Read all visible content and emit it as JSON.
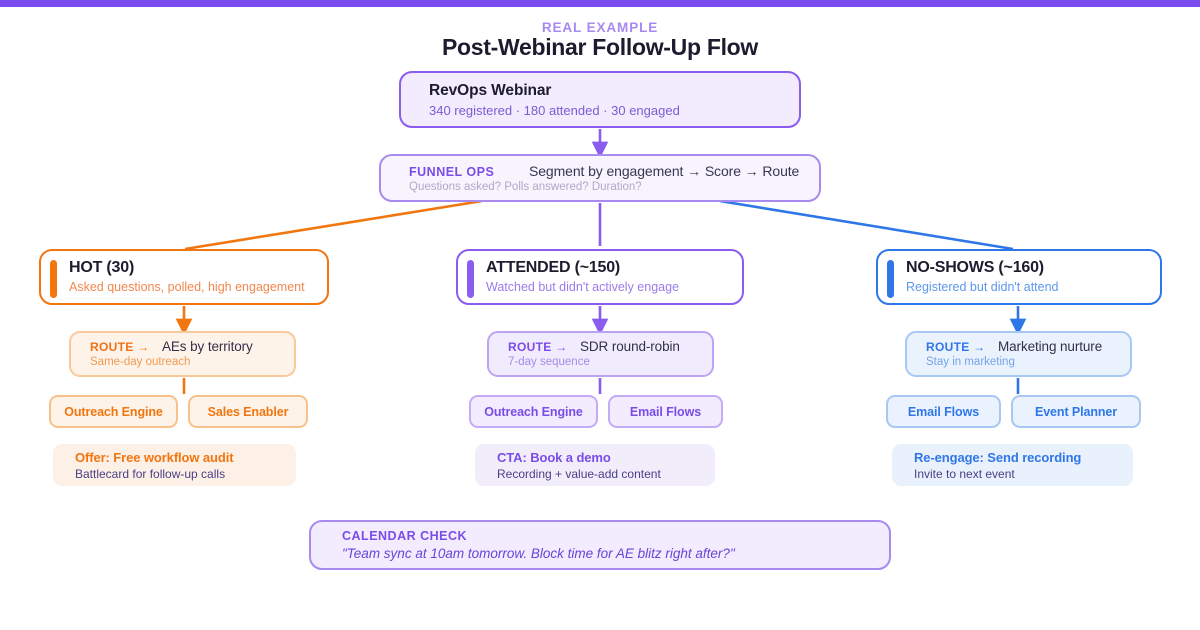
{
  "theme": {
    "accent_purple": "#7c4dee",
    "orange": "#f2760f",
    "blue": "#2f77e8",
    "violet": "#8a5cf0",
    "ink": "#1d1b2e",
    "background": "#ffffff"
  },
  "header": {
    "eyebrow": "REAL EXAMPLE",
    "title": "Post-Webinar Follow-Up Flow"
  },
  "root_node": {
    "title": "RevOps Webinar",
    "stats": "340 registered · 180 attended · 30 engaged"
  },
  "funnel_ops": {
    "tag": "FUNNEL OPS",
    "main": "Segment by engagement → Score → Route",
    "sub": "Questions asked? Polls answered? Duration?"
  },
  "branches": [
    {
      "key": "hot",
      "segment": {
        "title": "HOT (30)",
        "subtitle": "Asked questions, polled, high engagement"
      },
      "route": {
        "tag": "ROUTE →",
        "main": "AEs by territory",
        "sub": "Same-day outreach"
      },
      "tools": [
        "Outreach Engine",
        "Sales Enabler"
      ],
      "outcome": {
        "title": "Offer: Free workflow audit",
        "sub": "Battlecard for follow-up calls"
      }
    },
    {
      "key": "attended",
      "segment": {
        "title": "ATTENDED (~150)",
        "subtitle": "Watched but didn't actively engage"
      },
      "route": {
        "tag": "ROUTE →",
        "main": "SDR round-robin",
        "sub": "7-day sequence"
      },
      "tools": [
        "Outreach Engine",
        "Email Flows"
      ],
      "outcome": {
        "title": "CTA: Book a demo",
        "sub": "Recording + value-add content"
      }
    },
    {
      "key": "no_shows",
      "segment": {
        "title": "NO-SHOWS (~160)",
        "subtitle": "Registered but didn't attend"
      },
      "route": {
        "tag": "ROUTE →",
        "main": "Marketing nurture",
        "sub": "Stay in marketing"
      },
      "tools": [
        "Email Flows",
        "Event Planner"
      ],
      "outcome": {
        "title": "Re-engage: Send recording",
        "sub": "Invite to next event"
      }
    }
  ],
  "calendar_check": {
    "tag": "CALENDAR CHECK",
    "quote": "\"Team sync at 10am tomorrow. Block time for AE blitz right after?\""
  }
}
